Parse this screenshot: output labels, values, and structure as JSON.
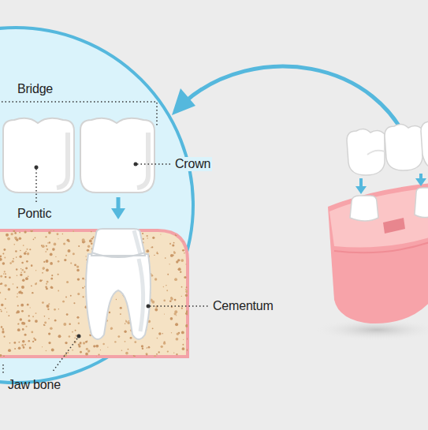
{
  "diagram": {
    "labels": [
      "Bridge",
      "Crown",
      "Pontic",
      "Cementum",
      "Jaw bone"
    ]
  }
}
